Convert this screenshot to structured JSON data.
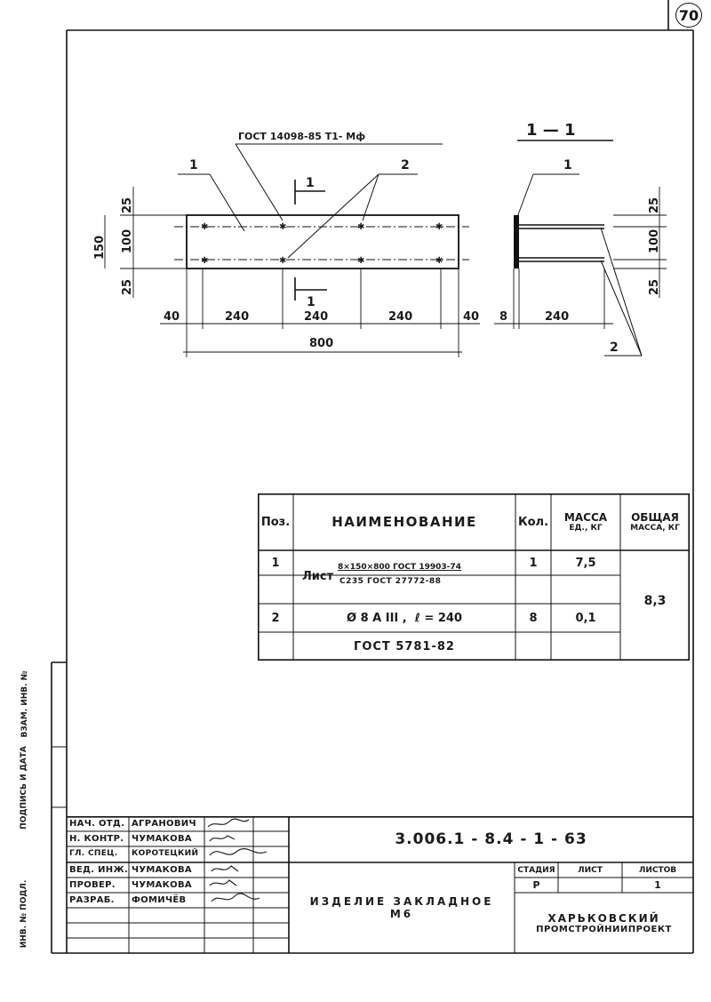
{
  "page_number": "70",
  "drawing": {
    "leader_note": "ГОСТ 14098-85 Т1- Мф",
    "section_mark": "1",
    "section_title": "1 — 1",
    "callouts": {
      "plate": "1",
      "rod": "2"
    },
    "front_view_dims": {
      "top_margin": "25",
      "inner_height": "100",
      "bottom_margin": "25",
      "overall_height": "150",
      "left_edge": "40",
      "span_1": "240",
      "span_2": "240",
      "span_3": "240",
      "right_edge": "40",
      "overall_length": "800"
    },
    "section_view_dims": {
      "top_margin": "25",
      "inner_height": "100",
      "bottom_margin": "25",
      "plate_thickness": "8",
      "rod_length": "240"
    }
  },
  "spec_table": {
    "headers": {
      "pos": "Поз.",
      "name": "Наименование",
      "qty": "Кол.",
      "mass_unit_l1": "Масса",
      "mass_unit_l2": "ед., кг",
      "mass_total_l1": "Общая",
      "mass_total_l2": "масса, кг"
    },
    "rows": [
      {
        "pos": "1",
        "name_prefix": "Лист",
        "name_top": "8×150×800 ГОСТ 19903-74",
        "name_bottom": "С235 ГОСТ 27772-88",
        "qty": "1",
        "mass_unit": "7,5"
      },
      {
        "pos": "2",
        "name": "Ø 8 А III ,  ℓ = 240",
        "qty": "8",
        "mass_unit": "0,1"
      },
      {
        "pos": "",
        "name": "ГОСТ 5781-82",
        "qty": "",
        "mass_unit": ""
      }
    ],
    "mass_total": "8,3"
  },
  "side_stamp": {
    "labels": [
      "Инв. № подл.",
      "Подпись и дата",
      "Взам. инв. №"
    ]
  },
  "title_block": {
    "document_code": "3.006.1 - 8.4 - 1 - 63",
    "product_name_line1": "Изделие закладное",
    "product_name_line2": "М6",
    "stage_label": "Стадия",
    "sheet_label": "Лист",
    "sheets_label": "Листов",
    "stage_value": "Р",
    "sheet_value": "",
    "sheets_value": "1",
    "organization_line1": "Харьковский",
    "organization_line2": "Промстройниипроект",
    "signatories": [
      {
        "role": "Нач. отд.",
        "name": "Агранович"
      },
      {
        "role": "Н. контр.",
        "name": "Чумакова"
      },
      {
        "role": "Гл. спец.",
        "name": "Коротецкий"
      },
      {
        "role": "Вед. инж.",
        "name": "Чумакова"
      },
      {
        "role": "Провер.",
        "name": "Чумакова"
      },
      {
        "role": "Разраб.",
        "name": "Фомичёв"
      }
    ]
  }
}
